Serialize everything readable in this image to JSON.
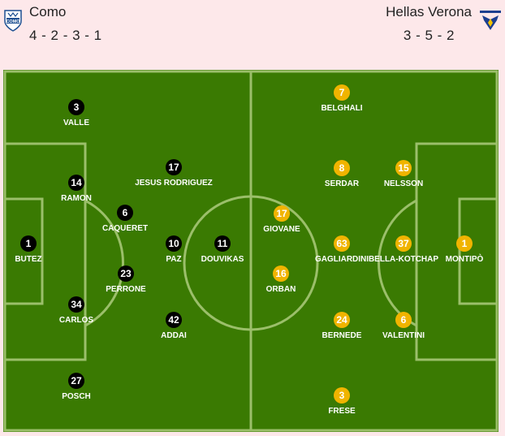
{
  "home": {
    "name": "Como",
    "formation": "4 - 2 - 3 - 1",
    "logo_icon": "como-crest-icon",
    "players": [
      {
        "number": "3",
        "name": "VALLE"
      },
      {
        "number": "14",
        "name": "RAMON"
      },
      {
        "number": "17",
        "name": "JESUS RODRIGUEZ"
      },
      {
        "number": "6",
        "name": "CAQUERET"
      },
      {
        "number": "1",
        "name": "BUTEZ"
      },
      {
        "number": "10",
        "name": "PAZ"
      },
      {
        "number": "11",
        "name": "DOUVIKAS"
      },
      {
        "number": "23",
        "name": "PERRONE"
      },
      {
        "number": "34",
        "name": "CARLOS"
      },
      {
        "number": "42",
        "name": "ADDAI"
      },
      {
        "number": "27",
        "name": "POSCH"
      }
    ]
  },
  "away": {
    "name": "Hellas Verona",
    "formation": "3 - 5 - 2",
    "logo_icon": "hellas-verona-crest-icon",
    "players": [
      {
        "number": "7",
        "name": "BELGHALI"
      },
      {
        "number": "8",
        "name": "SERDAR"
      },
      {
        "number": "15",
        "name": "NELSSON"
      },
      {
        "number": "17",
        "name": "GIOVANE"
      },
      {
        "number": "63",
        "name": "GAGLIARDINI"
      },
      {
        "number": "37",
        "name": "BELLA-KOTCHAP"
      },
      {
        "number": "1",
        "name": "MONTIPÒ"
      },
      {
        "number": "16",
        "name": "ORBAN"
      },
      {
        "number": "24",
        "name": "BERNEDE"
      },
      {
        "number": "6",
        "name": "VALENTINI"
      },
      {
        "number": "3",
        "name": "FRESE"
      }
    ]
  },
  "colors": {
    "background": "#fde8ea",
    "pitch": "#3a7a02",
    "pitch_lines": "#9bbf6a",
    "home_dot": "#000000",
    "away_dot": "#f0b400",
    "player_label": "#ffffff"
  }
}
